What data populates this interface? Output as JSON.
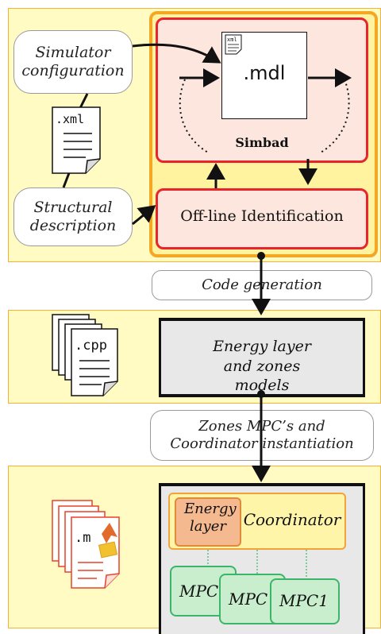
{
  "callouts": {
    "simulator_configuration": "Simulator configuration",
    "structural_description": "Structural description",
    "code_generation": "Code generation",
    "zones_mpc_instantiation": "Zones MPC’s and Coordinator instantiation"
  },
  "files": {
    "xml_doc": ".xml",
    "xml_small": "xml",
    "mdl": ".mdl",
    "cpp": ".cpp",
    "m": ".m"
  },
  "blocks": {
    "simbad": "Simbad",
    "offline_identification": "Off-line Identification",
    "energy_layer_models": "Energy layer and zones models",
    "coordinator": "Coordinator",
    "energy_layer": "Energy layer",
    "mpc_1": "MPC",
    "mpc_2": "MPC",
    "mpc_3": "MPC1"
  },
  "colors": {
    "band_fill": "#fffbc2",
    "band_border": "#f3b23a",
    "simbad_border": "#e8252c",
    "simbad_fill": "#fde6dd",
    "mpc_fill": "#c9eecd",
    "mpc_border": "#3cb56a",
    "coordinator_fill": "#fff5a8",
    "coordinator_border": "#f0a43a",
    "energy_layer_fill": "#f5b98f",
    "energy_layer_border": "#e08a3a"
  }
}
